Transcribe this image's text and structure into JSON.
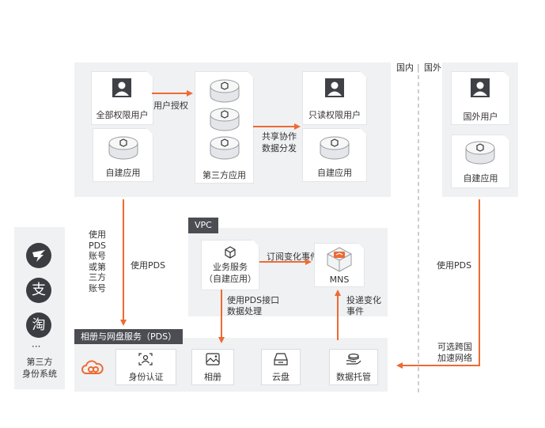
{
  "top_panel": {
    "all_perm_user": "全部权限用户",
    "authorize_label": "用户授权",
    "self_app_left": "自建应用",
    "third_party_app": "第三方应用",
    "share_label": "共享协作\n数据分发",
    "readonly_user": "只读权限用户",
    "self_app_right": "自建应用"
  },
  "region": {
    "domestic": "国内",
    "foreign": "国外"
  },
  "foreign_panel": {
    "user": "国外用户",
    "self_app": "自建应用"
  },
  "left_sidebar": {
    "caption": "第三方\n身份系统",
    "dots": "···",
    "icons": [
      "dingtalk-icon",
      "alipay-icon",
      "taobao-icon"
    ],
    "alipay_glyph": "支",
    "taobao_glyph": "淘"
  },
  "labels": {
    "left_vertical": "使用\nPDS\n账号\n或第\n三方\n账号",
    "use_pds_left": "使用PDS",
    "use_pds_right": "使用PDS",
    "accelerate": "可选跨国\n加速网络",
    "use_pds_api": "使用PDS接口\n数据处理",
    "deliver_event": "投递变化\n事件",
    "subscribe_event": "订阅变化事件"
  },
  "vpc": {
    "tag": "VPC",
    "biz_service": "业务服务\n（自建应用）",
    "mns": "MNS"
  },
  "pds": {
    "tag": "相册与网盘服务（PDS）",
    "services": [
      "身份认证",
      "相册",
      "云盘",
      "数据托管"
    ]
  },
  "colors": {
    "accent": "#ee6a33",
    "panel": "#f0f1f3",
    "dark": "#4b4d52"
  }
}
